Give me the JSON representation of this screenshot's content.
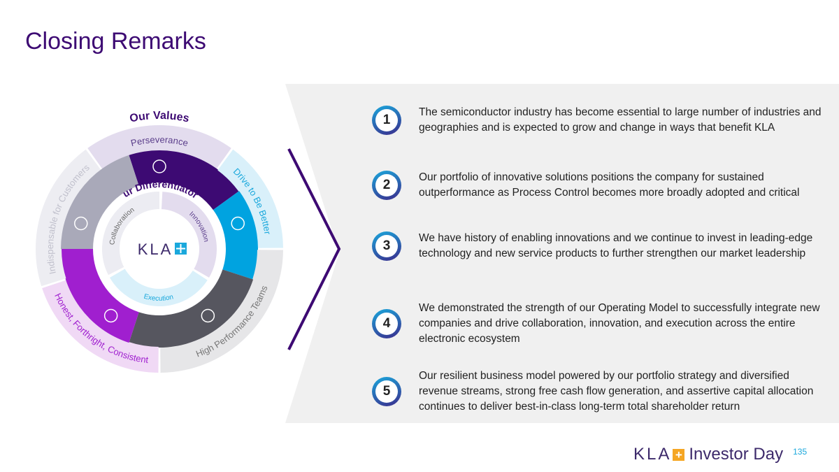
{
  "title": "Closing Remarks",
  "diagram": {
    "values_title": "Our Values",
    "differentiators_title": "Our Differentiators",
    "values": [
      "Perseverance",
      "Drive to Be Better",
      "High Performance Teams",
      "Honest, Forthright, Consistent",
      "Indispensable for Customers"
    ],
    "differentiators": [
      "Innovation",
      "Execution",
      "Collaboration"
    ],
    "center_logo": "KLA"
  },
  "points": [
    {
      "num": "1",
      "text": "The semiconductor industry has become essential to large number of industries and geographies and is expected to grow and change in ways that benefit KLA"
    },
    {
      "num": "2",
      "text": "Our portfolio of innovative solutions positions the company for sustained outperformance as Process Control becomes more broadly adopted and critical"
    },
    {
      "num": "3",
      "text": "We have history of enabling innovations and we continue to invest in leading-edge technology and new service products to further strengthen our market leadership"
    },
    {
      "num": "4",
      "text": "We demonstrated the strength of our Operating Model to successfully integrate new companies and drive collaboration, innovation, and execution across the entire electronic ecosystem"
    },
    {
      "num": "5",
      "text": "Our resilient business model powered by our portfolio strategy and diversified revenue streams, strong free cash flow generation, and assertive capital allocation continues to deliver best-in-class long-term total shareholder return"
    }
  ],
  "footer": {
    "logo": "KLA",
    "event": "Investor Day",
    "page": "135"
  }
}
